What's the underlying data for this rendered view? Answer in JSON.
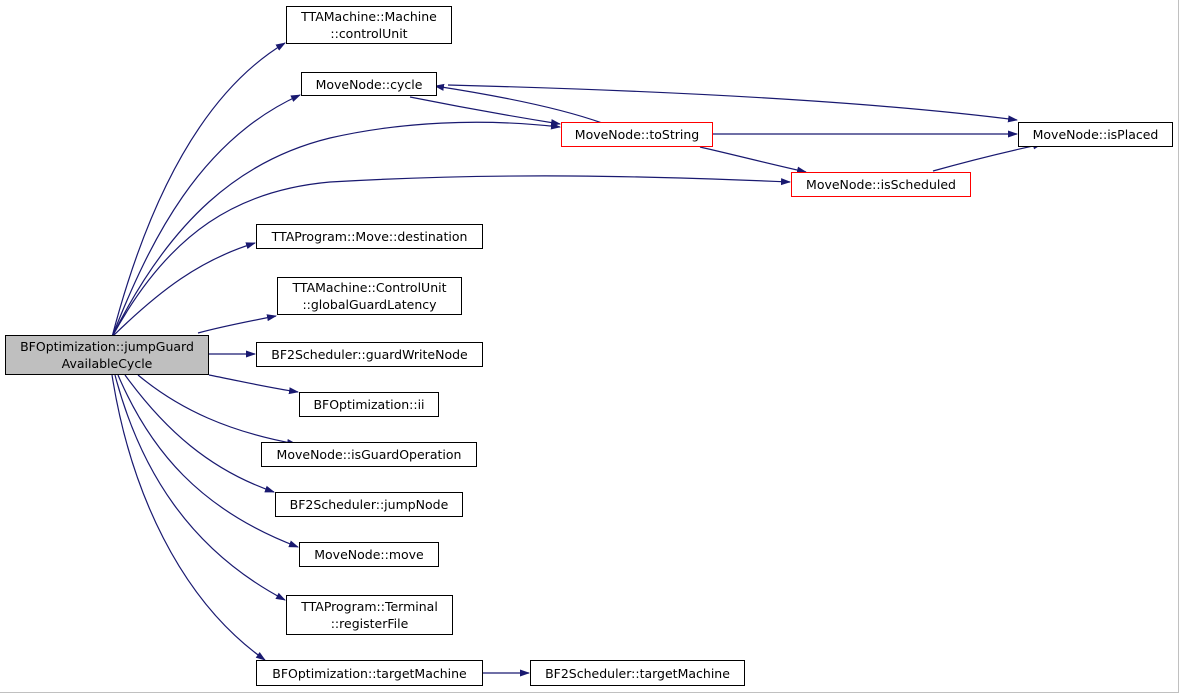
{
  "colors": {
    "edge": "#191970",
    "root_fill": "#bfbfbf",
    "border": "#000000",
    "highlight_border": "#ff0000"
  },
  "nodes": {
    "root": {
      "lines": [
        "BFOptimization::jumpGuard",
        "AvailableCycle"
      ]
    },
    "control_unit": {
      "lines": [
        "TTAMachine::Machine",
        "::controlUnit"
      ]
    },
    "cycle": {
      "lines": [
        "MoveNode::cycle"
      ]
    },
    "to_string": {
      "lines": [
        "MoveNode::toString"
      ]
    },
    "is_placed": {
      "lines": [
        "MoveNode::isPlaced"
      ]
    },
    "is_scheduled": {
      "lines": [
        "MoveNode::isScheduled"
      ]
    },
    "destination": {
      "lines": [
        "TTAProgram::Move::destination"
      ]
    },
    "global_guard_latency": {
      "lines": [
        "TTAMachine::ControlUnit",
        "::globalGuardLatency"
      ]
    },
    "guard_write_node": {
      "lines": [
        "BF2Scheduler::guardWriteNode"
      ]
    },
    "ii": {
      "lines": [
        "BFOptimization::ii"
      ]
    },
    "is_guard_operation": {
      "lines": [
        "MoveNode::isGuardOperation"
      ]
    },
    "jump_node": {
      "lines": [
        "BF2Scheduler::jumpNode"
      ]
    },
    "move": {
      "lines": [
        "MoveNode::move"
      ]
    },
    "register_file": {
      "lines": [
        "TTAProgram::Terminal",
        "::registerFile"
      ]
    },
    "bfo_target_machine": {
      "lines": [
        "BFOptimization::targetMachine"
      ]
    },
    "bf2_target_machine": {
      "lines": [
        "BF2Scheduler::targetMachine"
      ]
    }
  }
}
